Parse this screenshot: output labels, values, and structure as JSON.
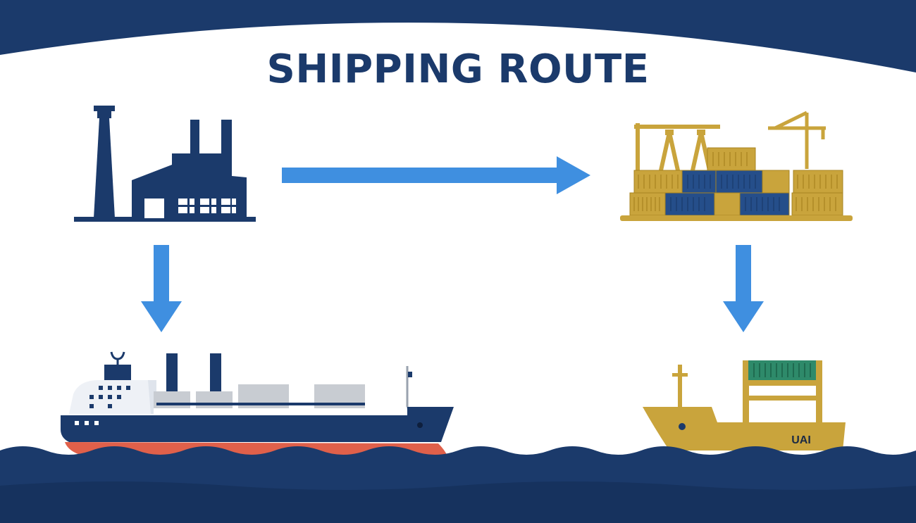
{
  "diagram": {
    "title": "SHIPPING ROUTE",
    "nodes": [
      {
        "id": "factory",
        "icon": "factory-icon"
      },
      {
        "id": "container-port",
        "icon": "container-port-icon"
      },
      {
        "id": "cargo-ship",
        "icon": "cargo-ship-icon"
      },
      {
        "id": "container-ship",
        "icon": "container-ship-icon",
        "label": "UAI"
      }
    ],
    "edges": [
      {
        "from": "factory",
        "to": "container-port"
      },
      {
        "from": "factory",
        "to": "cargo-ship"
      },
      {
        "from": "container-port",
        "to": "container-ship"
      }
    ]
  },
  "colors": {
    "navy": "#1b3a6b",
    "arrow": "#3f8fe0",
    "gold": "#c9a43c",
    "hull_red": "#e0604a",
    "container_green": "#2e8a6a",
    "grey_cargo": "#c8ccd2"
  }
}
